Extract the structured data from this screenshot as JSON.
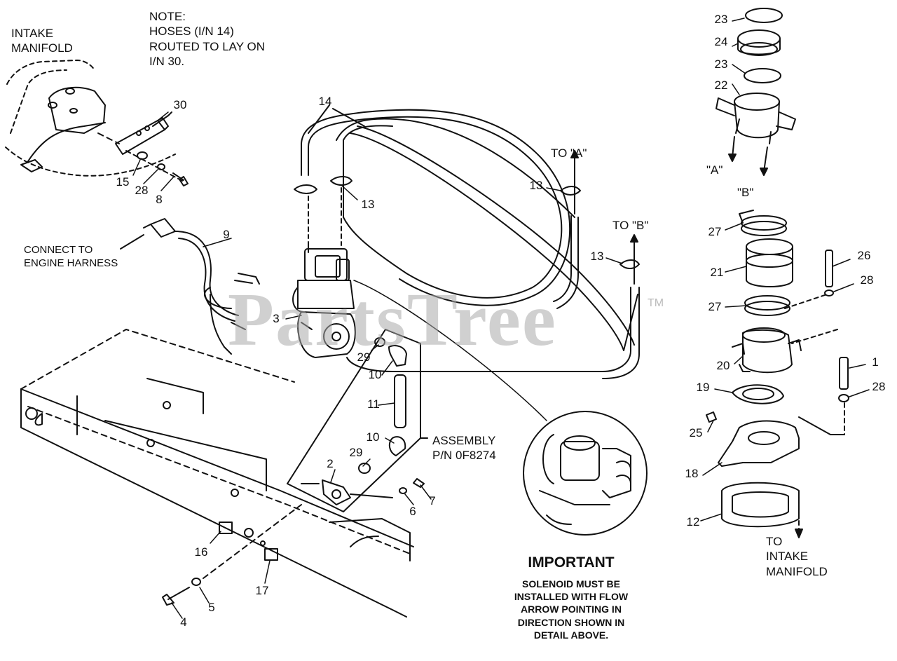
{
  "watermark": {
    "text": "PartsTree",
    "trademark": "TM"
  },
  "notes": {
    "intake_manifold_top": "INTAKE\nMANIFOLD",
    "hoses_note": "NOTE:\nHOSES (I/N 14)\nROUTED TO LAY ON\nI/N 30.",
    "connect_harness": "CONNECT TO\nENGINE HARNESS",
    "to_a": "TO \"A\"",
    "to_b": "TO \"B\"",
    "port_a": "\"A\"",
    "port_b": "\"B\"",
    "assembly": "ASSEMBLY\nP/N 0F8274",
    "to_intake": "TO\nINTAKE\nMANIFOLD",
    "important_title": "IMPORTANT",
    "important_body": "SOLENOID MUST BE\nINSTALLED WITH FLOW\nARROW POINTING IN\nDIRECTION SHOWN IN\nDETAIL ABOVE."
  },
  "callouts": [
    {
      "id": "30",
      "text": "30"
    },
    {
      "id": "15",
      "text": "15"
    },
    {
      "id": "28a",
      "text": "28"
    },
    {
      "id": "8",
      "text": "8"
    },
    {
      "id": "14",
      "text": "14"
    },
    {
      "id": "13a",
      "text": "13"
    },
    {
      "id": "13b",
      "text": "13"
    },
    {
      "id": "13c",
      "text": "13"
    },
    {
      "id": "9",
      "text": "9"
    },
    {
      "id": "3",
      "text": "3"
    },
    {
      "id": "29a",
      "text": "29"
    },
    {
      "id": "10a",
      "text": "10"
    },
    {
      "id": "11",
      "text": "11"
    },
    {
      "id": "10b",
      "text": "10"
    },
    {
      "id": "29b",
      "text": "29"
    },
    {
      "id": "2",
      "text": "2"
    },
    {
      "id": "6",
      "text": "6"
    },
    {
      "id": "7",
      "text": "7"
    },
    {
      "id": "16",
      "text": "16"
    },
    {
      "id": "17",
      "text": "17"
    },
    {
      "id": "5",
      "text": "5"
    },
    {
      "id": "4",
      "text": "4"
    },
    {
      "id": "23a",
      "text": "23"
    },
    {
      "id": "24",
      "text": "24"
    },
    {
      "id": "23b",
      "text": "23"
    },
    {
      "id": "22",
      "text": "22"
    },
    {
      "id": "27a",
      "text": "27"
    },
    {
      "id": "21",
      "text": "21"
    },
    {
      "id": "27b",
      "text": "27"
    },
    {
      "id": "26",
      "text": "26"
    },
    {
      "id": "28b",
      "text": "28"
    },
    {
      "id": "20",
      "text": "20"
    },
    {
      "id": "1",
      "text": "1"
    },
    {
      "id": "28c",
      "text": "28"
    },
    {
      "id": "19",
      "text": "19"
    },
    {
      "id": "25",
      "text": "25"
    },
    {
      "id": "18",
      "text": "18"
    },
    {
      "id": "12",
      "text": "12"
    }
  ]
}
